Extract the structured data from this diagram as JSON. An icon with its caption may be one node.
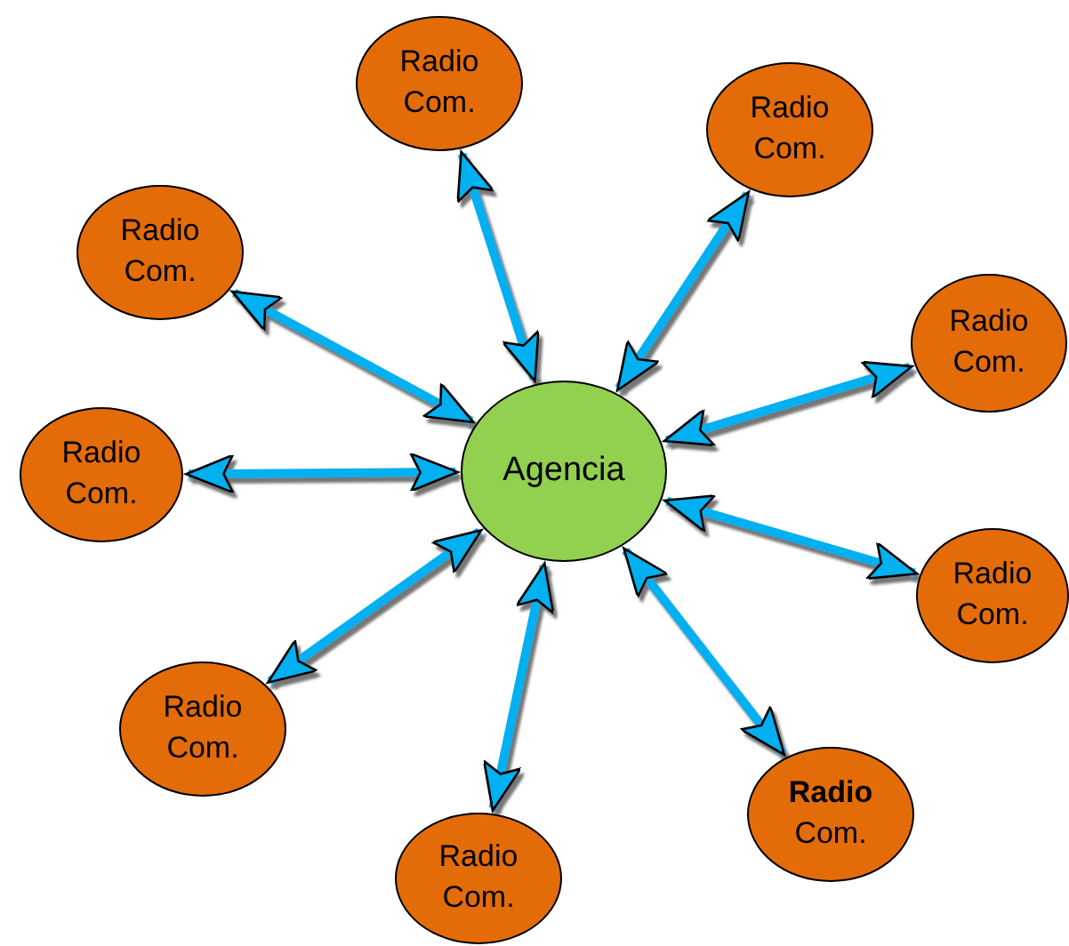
{
  "diagram": {
    "nodes": [
      {
        "text": [
          "Agencia"
        ]
      },
      {
        "text": [
          "Radio Com."
        ]
      },
      {
        "text": [
          "Radio Com."
        ]
      },
      {
        "text": [
          "Radio Com."
        ]
      },
      {
        "text": [
          "Radio Com."
        ]
      },
      {
        "text": [
          "Radio Com."
        ]
      },
      {
        "text": [
          "Radio Com."
        ]
      },
      {
        "text": [
          "Radio Com."
        ]
      },
      {
        "text": [
          "**Radio** Com."
        ]
      },
      {
        "text": [
          "Radio Com."
        ]
      }
    ],
    "edges": [
      {
        "from": 0,
        "to": 1,
        "arrow": "both"
      },
      {
        "from": 0,
        "to": 2,
        "arrow": "both"
      },
      {
        "from": 0,
        "to": 3,
        "arrow": "both"
      },
      {
        "from": 0,
        "to": 4,
        "arrow": "both"
      },
      {
        "from": 0,
        "to": 5,
        "arrow": "both"
      },
      {
        "from": 0,
        "to": 6,
        "arrow": "both"
      },
      {
        "from": 0,
        "to": 7,
        "arrow": "both"
      },
      {
        "from": 0,
        "to": 8,
        "arrow": "both"
      },
      {
        "from": 0,
        "to": 9,
        "arrow": "both"
      }
    ]
  }
}
